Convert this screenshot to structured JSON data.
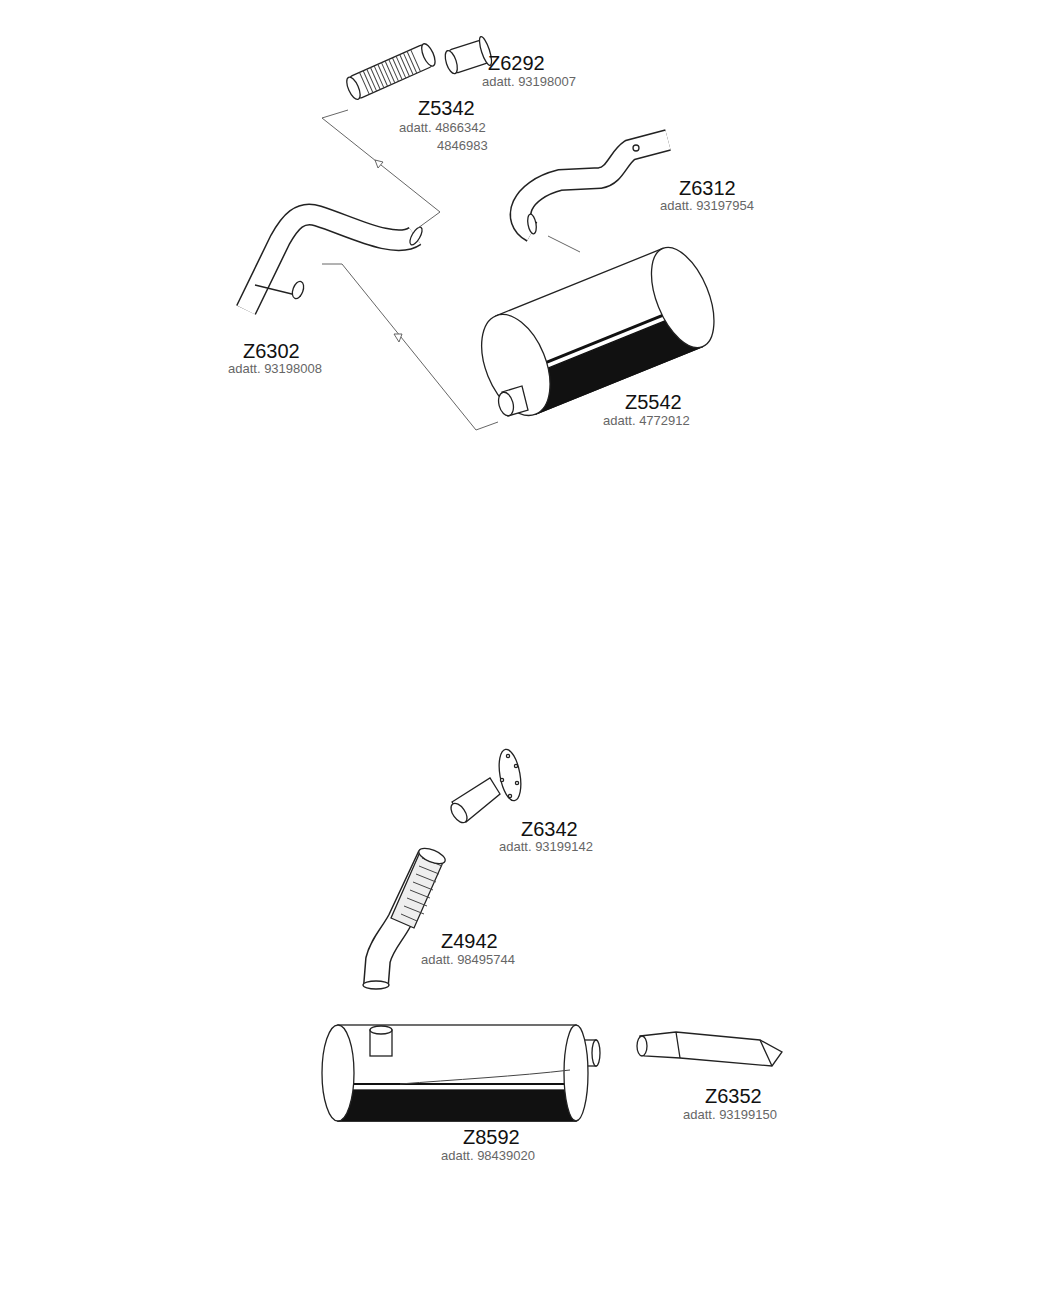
{
  "diagram": {
    "labels": [
      "Z6292",
      "adatt. 93198007",
      "Z5342",
      "adatt. 4866342",
      "4846983",
      "Z6312",
      "adatt. 93197954",
      "Z6302",
      "adatt. 93198008",
      "Z5542",
      "adatt. 4772912",
      "Z6342",
      "adatt. 93199142",
      "Z4942",
      "adatt. 98495744",
      "Z8592",
      "adatt. 98439020",
      "Z6352",
      "adatt. 93199150"
    ]
  }
}
